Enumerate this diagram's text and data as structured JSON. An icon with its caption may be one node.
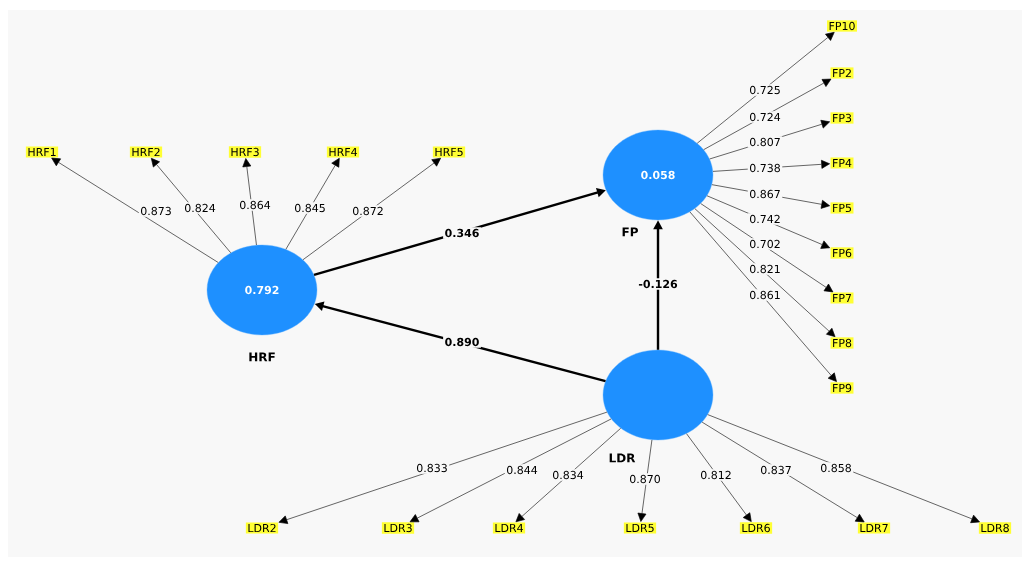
{
  "diagram": {
    "nodes": [
      {
        "text": [
          "0.792",
          "HRF"
        ]
      },
      {
        "text": [
          "0.058",
          "FP"
        ]
      },
      {
        "text": [
          "LDR"
        ]
      },
      {
        "text": [
          "HRF1"
        ]
      },
      {
        "text": [
          "HRF2"
        ]
      },
      {
        "text": [
          "HRF3"
        ]
      },
      {
        "text": [
          "HRF4"
        ]
      },
      {
        "text": [
          "HRF5"
        ]
      },
      {
        "text": [
          "FP10"
        ]
      },
      {
        "text": [
          "FP2"
        ]
      },
      {
        "text": [
          "FP3"
        ]
      },
      {
        "text": [
          "FP4"
        ]
      },
      {
        "text": [
          "FP5"
        ]
      },
      {
        "text": [
          "FP6"
        ]
      },
      {
        "text": [
          "FP7"
        ]
      },
      {
        "text": [
          "FP8"
        ]
      },
      {
        "text": [
          "FP9"
        ]
      },
      {
        "text": [
          "LDR2"
        ]
      },
      {
        "text": [
          "LDR3"
        ]
      },
      {
        "text": [
          "LDR4"
        ]
      },
      {
        "text": [
          "LDR5"
        ]
      },
      {
        "text": [
          "LDR6"
        ]
      },
      {
        "text": [
          "LDR7"
        ]
      },
      {
        "text": [
          "LDR8"
        ]
      }
    ],
    "edges": [
      {
        "from": 0,
        "to": 1,
        "arrow": "to",
        "label": "0.346",
        "style": "thick"
      },
      {
        "from": 2,
        "to": 0,
        "arrow": "to",
        "label": "0.890",
        "style": "thick"
      },
      {
        "from": 2,
        "to": 1,
        "arrow": "to",
        "label": "-0.126",
        "style": "thick"
      },
      {
        "from": 0,
        "to": 3,
        "arrow": "to",
        "label": "0.873"
      },
      {
        "from": 0,
        "to": 4,
        "arrow": "to",
        "label": "0.824"
      },
      {
        "from": 0,
        "to": 5,
        "arrow": "to",
        "label": "0.864"
      },
      {
        "from": 0,
        "to": 6,
        "arrow": "to",
        "label": "0.845"
      },
      {
        "from": 0,
        "to": 7,
        "arrow": "to",
        "label": "0.872"
      },
      {
        "from": 1,
        "to": 8,
        "arrow": "to",
        "label": "0.725"
      },
      {
        "from": 1,
        "to": 9,
        "arrow": "to",
        "label": "0.724"
      },
      {
        "from": 1,
        "to": 10,
        "arrow": "to",
        "label": "0.807"
      },
      {
        "from": 1,
        "to": 11,
        "arrow": "to",
        "label": "0.738"
      },
      {
        "from": 1,
        "to": 12,
        "arrow": "to",
        "label": "0.867"
      },
      {
        "from": 1,
        "to": 13,
        "arrow": "to",
        "label": "0.742"
      },
      {
        "from": 1,
        "to": 14,
        "arrow": "to",
        "label": "0.702"
      },
      {
        "from": 1,
        "to": 15,
        "arrow": "to",
        "label": "0.821"
      },
      {
        "from": 1,
        "to": 16,
        "arrow": "to",
        "label": "0.861"
      },
      {
        "from": 2,
        "to": 17,
        "arrow": "to",
        "label": "0.833"
      },
      {
        "from": 2,
        "to": 18,
        "arrow": "to",
        "label": "0.844"
      },
      {
        "from": 2,
        "to": 19,
        "arrow": "to",
        "label": "0.834"
      },
      {
        "from": 2,
        "to": 20,
        "arrow": "to",
        "label": "0.870"
      },
      {
        "from": 2,
        "to": 21,
        "arrow": "to",
        "label": "0.812"
      },
      {
        "from": 2,
        "to": 22,
        "arrow": "to",
        "label": "0.837"
      },
      {
        "from": 2,
        "to": 23,
        "arrow": "to",
        "label": "0.858"
      }
    ]
  }
}
